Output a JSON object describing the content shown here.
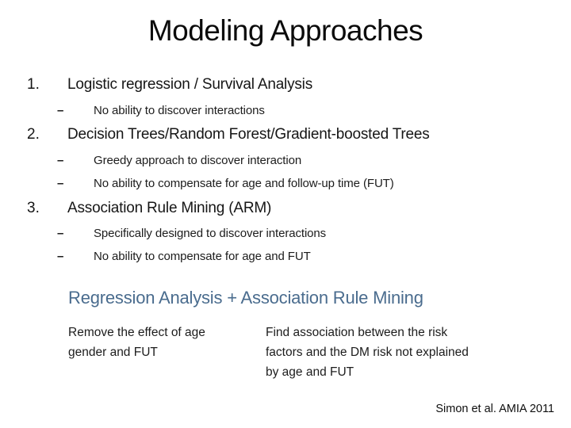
{
  "slide": {
    "title": "Modeling Approaches",
    "bullet_dash": "–",
    "items": [
      {
        "number": "1.",
        "label": "Logistic regression / Survival Analysis",
        "subs": [
          "No ability to discover interactions"
        ]
      },
      {
        "number": "2.",
        "label": "Decision Trees/Random Forest/Gradient-boosted Trees",
        "subs": [
          "Greedy approach to discover interaction",
          "No ability to compensate for age and follow-up time (FUT)"
        ]
      },
      {
        "number": "3.",
        "label": "Association Rule Mining (ARM)",
        "subs": [
          "Specifically designed to discover interactions",
          "No ability to compensate for age and FUT"
        ]
      }
    ],
    "proposal": {
      "heading": "Regression Analysis + Association Rule Mining",
      "left_note": "Remove the effect of age gender and FUT",
      "right_note": "Find association between the risk factors and the DM risk not explained by age and FUT"
    },
    "citation": "Simon et al. AMIA 2011",
    "colors": {
      "text": "#161616",
      "accent_blue": "#4a6c8e",
      "background": "#ffffff"
    }
  }
}
